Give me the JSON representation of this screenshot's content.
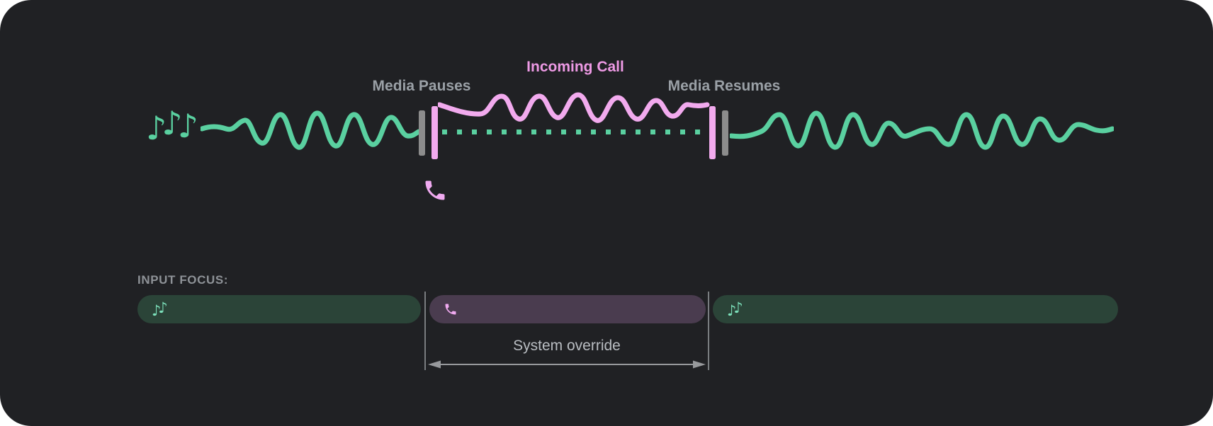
{
  "diagram_title_implicit": "Audio focus during incoming call",
  "colors": {
    "background": "#202124",
    "page": "#ffffff",
    "media_green": "#5ad0a0",
    "media_green_soft": "#7ce0ba",
    "call_wave_pink": "#f2aaee",
    "call_label_pink": "#ee9ae5",
    "phone_icon_pink": "#f0aaf0",
    "label_gray": "#9aa0a6",
    "override_text_gray": "#b9bdc2",
    "marker_gray": "#8c8c8c",
    "focus_bar_media_fill": "#2b4438",
    "focus_bar_call_fill": "#4a3c4f",
    "arrow_gray": "#97999c"
  },
  "timeline": {
    "media_pauses_label": "Media Pauses",
    "incoming_call_label": "Incoming Call",
    "media_resumes_label": "Media Resumes"
  },
  "input_focus": {
    "title": "INPUT FOCUS:",
    "segments": [
      {
        "type": "media",
        "icon": "music-notes-icon"
      },
      {
        "type": "call",
        "icon": "phone-icon"
      },
      {
        "type": "media",
        "icon": "music-notes-icon"
      }
    ],
    "override_label": "System override"
  },
  "icons": {
    "note_glyph": "♪"
  }
}
